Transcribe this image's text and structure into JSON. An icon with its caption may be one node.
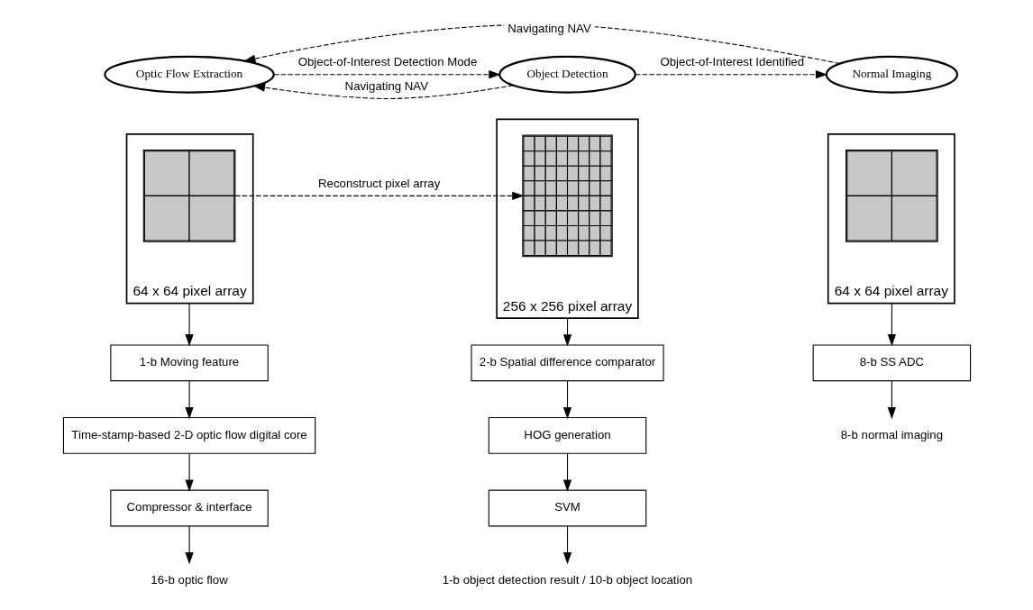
{
  "diagram": {
    "nodes": [
      {
        "text": [
          "Optic Flow Extraction"
        ]
      },
      {
        "text": [
          "Object Detection"
        ]
      },
      {
        "text": [
          "Normal Imaging"
        ]
      },
      {
        "text": [
          "64 x 64 pixel array"
        ]
      },
      {
        "text": [],
        "shape": "box",
        "in": 3
      },
      {
        "text": [
          "256 x 256 pixel array"
        ]
      },
      {
        "text": [],
        "shape": "box",
        "in": 5
      },
      {
        "text": [
          "64 x 64 pixel array"
        ]
      },
      {
        "text": [],
        "shape": "box",
        "in": 7
      },
      {
        "text": [
          "1-b Moving feature"
        ]
      },
      {
        "text": [
          "Time-stamp-based 2-D optic flow digital core"
        ]
      },
      {
        "text": [
          "Compressor & interface"
        ]
      },
      {
        "text": [
          "2-b Spatial difference comparator"
        ]
      },
      {
        "text": [
          "HOG generation"
        ]
      },
      {
        "text": [
          "SVM"
        ]
      },
      {
        "text": [
          "8-b SS ADC"
        ]
      },
      {
        "text": [
          "16-b optic flow"
        ]
      },
      {
        "text": [
          "1-b object detection result / 10-b object location"
        ]
      },
      {
        "text": [
          "8-b normal imaging"
        ]
      }
    ],
    "edges": [
      {
        "from": 2,
        "to": 0,
        "arrow": "to",
        "label": "Navigating NAV",
        "style": "dashed"
      },
      {
        "from": 0,
        "to": 1,
        "arrow": "to",
        "label": "Object-of-Interest Detection Mode",
        "style": "dashed"
      },
      {
        "from": 1,
        "to": 0,
        "arrow": "to",
        "label": "Navigating NAV",
        "style": "dashed"
      },
      {
        "from": 1,
        "to": 2,
        "arrow": "to",
        "label": "Object-of-Interest Identified",
        "style": "dashed"
      },
      {
        "from": 4,
        "to": 6,
        "arrow": "to",
        "label": "Reconstruct pixel array",
        "style": "dashed"
      },
      {
        "from": 3,
        "to": 9,
        "arrow": "to"
      },
      {
        "from": 9,
        "to": 10,
        "arrow": "to"
      },
      {
        "from": 10,
        "to": 11,
        "arrow": "to"
      },
      {
        "from": 11,
        "to": 16,
        "arrow": "to"
      },
      {
        "from": 5,
        "to": 12,
        "arrow": "to"
      },
      {
        "from": 12,
        "to": 13,
        "arrow": "to"
      },
      {
        "from": 13,
        "to": 14,
        "arrow": "to"
      },
      {
        "from": 14,
        "to": 17,
        "arrow": "to"
      },
      {
        "from": 7,
        "to": 15,
        "arrow": "to"
      },
      {
        "from": 15,
        "to": 18,
        "arrow": "to"
      }
    ]
  }
}
